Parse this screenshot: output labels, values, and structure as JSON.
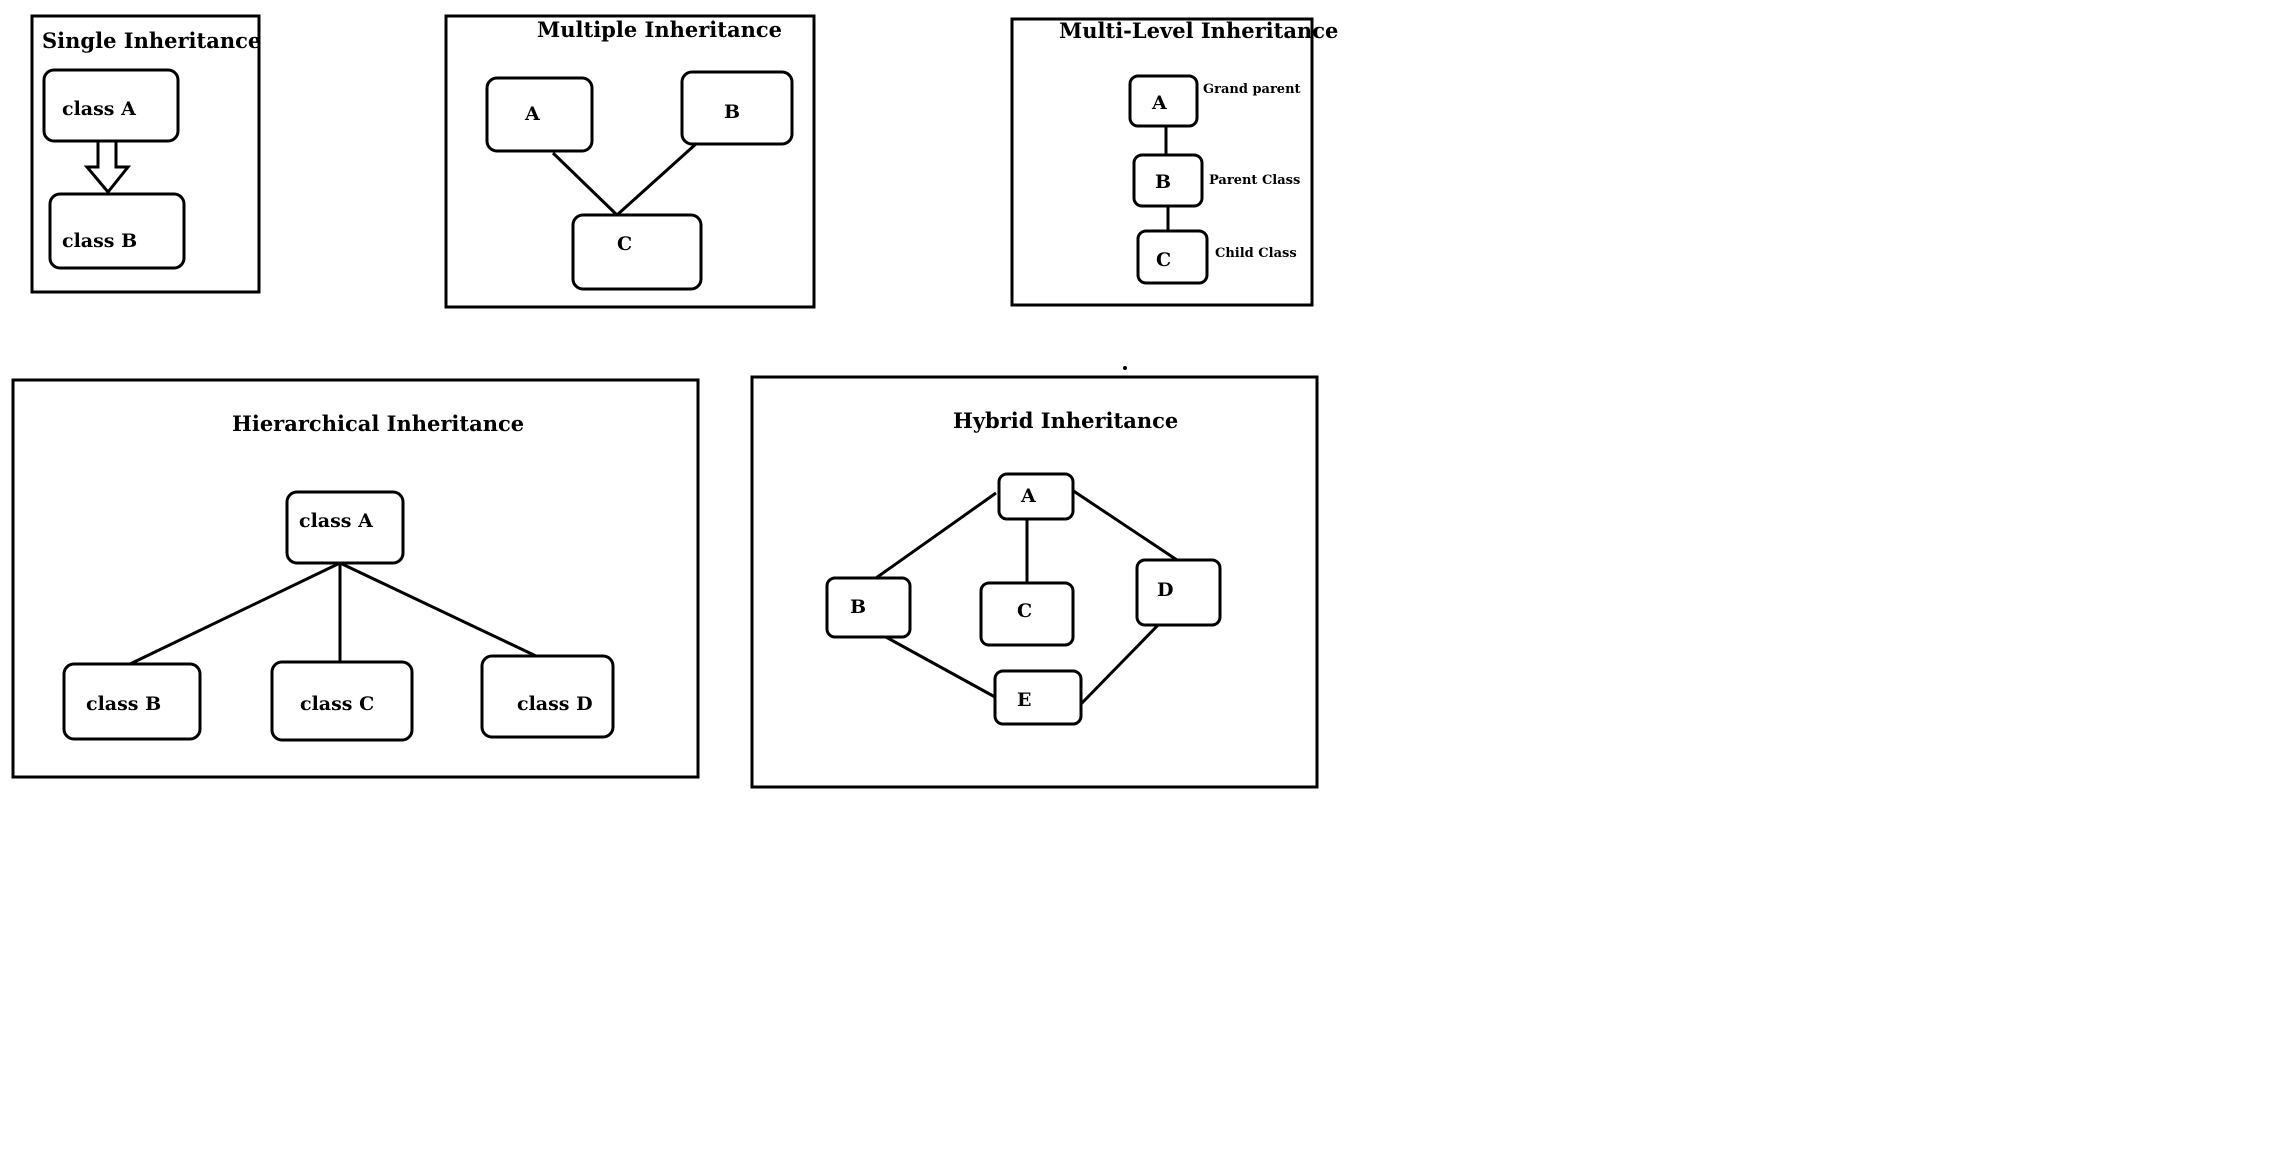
{
  "single": {
    "title": "Single Inheritance",
    "nodes": [
      "class A",
      "class B"
    ]
  },
  "multiple": {
    "title": "Multiple Inheritance",
    "nodes": [
      "A",
      "B",
      "C"
    ]
  },
  "multilevel": {
    "title": "Multi-Level Inheritance",
    "nodes": [
      "A",
      "B",
      "C"
    ],
    "notes": [
      "Grand parent",
      "Parent Class",
      "Child Class"
    ]
  },
  "hierarchical": {
    "title": "Hierarchical Inheritance",
    "nodes": [
      "class A",
      "class B",
      "class C",
      "class D"
    ]
  },
  "hybrid": {
    "title": "Hybrid Inheritance",
    "nodes": [
      "A",
      "B",
      "C",
      "D",
      "E"
    ]
  }
}
